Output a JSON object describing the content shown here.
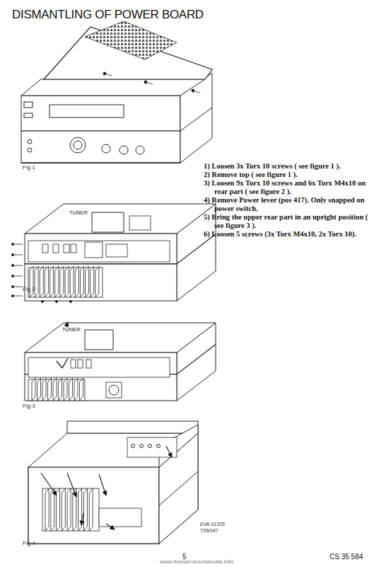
{
  "diagram": {
    "title": "DISMANTLING OF POWER BOARD",
    "labels": [
      "Fig 1",
      "TUNER",
      "Fig 2",
      "TUNER",
      "Fig 3",
      "Fig 4",
      "1) Loosen 3x Torx 10 screws ( see figure 1 ).",
      "2) Remove top ( see figure 1 ).",
      "3) Loosen 9x Torx 10 screws and 6x Torx M4x10 on rear part ( see figure 2 ).",
      "4) Remove Power lever (pos 417). Only snapped on power switch.",
      "5) Bring the upper rear part in an upright position ( see figure 3 ).",
      "6) Loosen 5 screws (3x Torx M4x10, 2x Torx 10).",
      "EVA.01205",
      "T28/047",
      "5",
      "CS 35 584",
      "www.freeservicemanuals.info"
    ]
  }
}
